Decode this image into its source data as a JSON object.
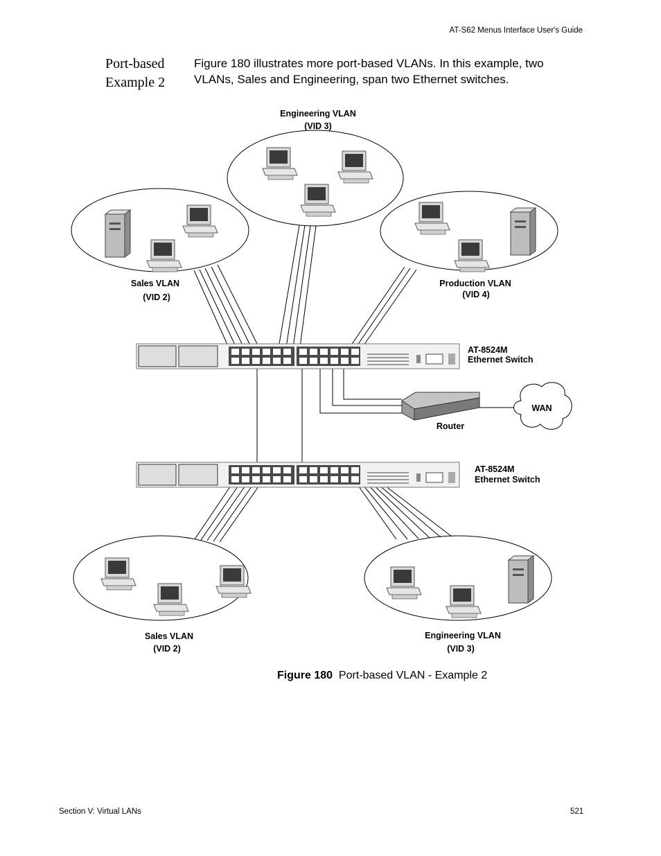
{
  "header": {
    "guide_title": "AT-S62 Menus Interface User's Guide"
  },
  "section": {
    "title": "Port-based Example 2",
    "intro": "Figure 180 illustrates more port-based VLANs. In this example, two VLANs, Sales and Engineering, span two Ethernet switches."
  },
  "diagram": {
    "top_engineering": {
      "name": "Engineering VLAN",
      "vid": "(VID 3)"
    },
    "top_sales": {
      "name": "Sales VLAN",
      "vid": "(VID 2)"
    },
    "production": {
      "name": "Production VLAN",
      "vid": "(VID 4)"
    },
    "switch1": {
      "model": "AT-8524M",
      "type": "Ethernet Switch"
    },
    "switch2": {
      "model": "AT-8524M",
      "type": "Ethernet Switch"
    },
    "router_label": "Router",
    "wan_label": "WAN",
    "bottom_sales": {
      "name": "Sales VLAN",
      "vid": "(VID 2)"
    },
    "bottom_engineering": {
      "name": "Engineering VLAN",
      "vid": "(VID 3)"
    }
  },
  "caption": {
    "figure_number": "Figure 180",
    "text": "Port-based VLAN - Example 2"
  },
  "footer": {
    "section": "Section V: Virtual LANs",
    "page_number": "521"
  }
}
